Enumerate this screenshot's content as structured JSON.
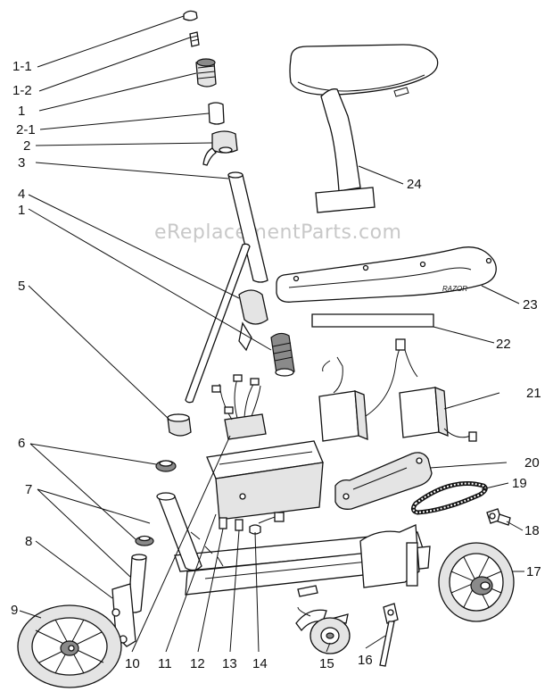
{
  "watermark": "eReplacementParts.com",
  "callouts": {
    "c1_1": "1-1",
    "c1_2": "1-2",
    "c1_top": "1",
    "c2_1": "2-1",
    "c2": "2",
    "c3": "3",
    "c4": "4",
    "c1_mid": "1",
    "c5": "5",
    "c6": "6",
    "c7": "7",
    "c8": "8",
    "c9": "9",
    "c10": "10",
    "c11": "11",
    "c12": "12",
    "c13": "13",
    "c14": "14",
    "c15": "15",
    "c16": "16",
    "c17": "17",
    "c18": "18",
    "c19": "19",
    "c20": "20",
    "c21": "21",
    "c22": "22",
    "c23": "23",
    "c24": "24"
  },
  "deck_logo": "RAZOR"
}
